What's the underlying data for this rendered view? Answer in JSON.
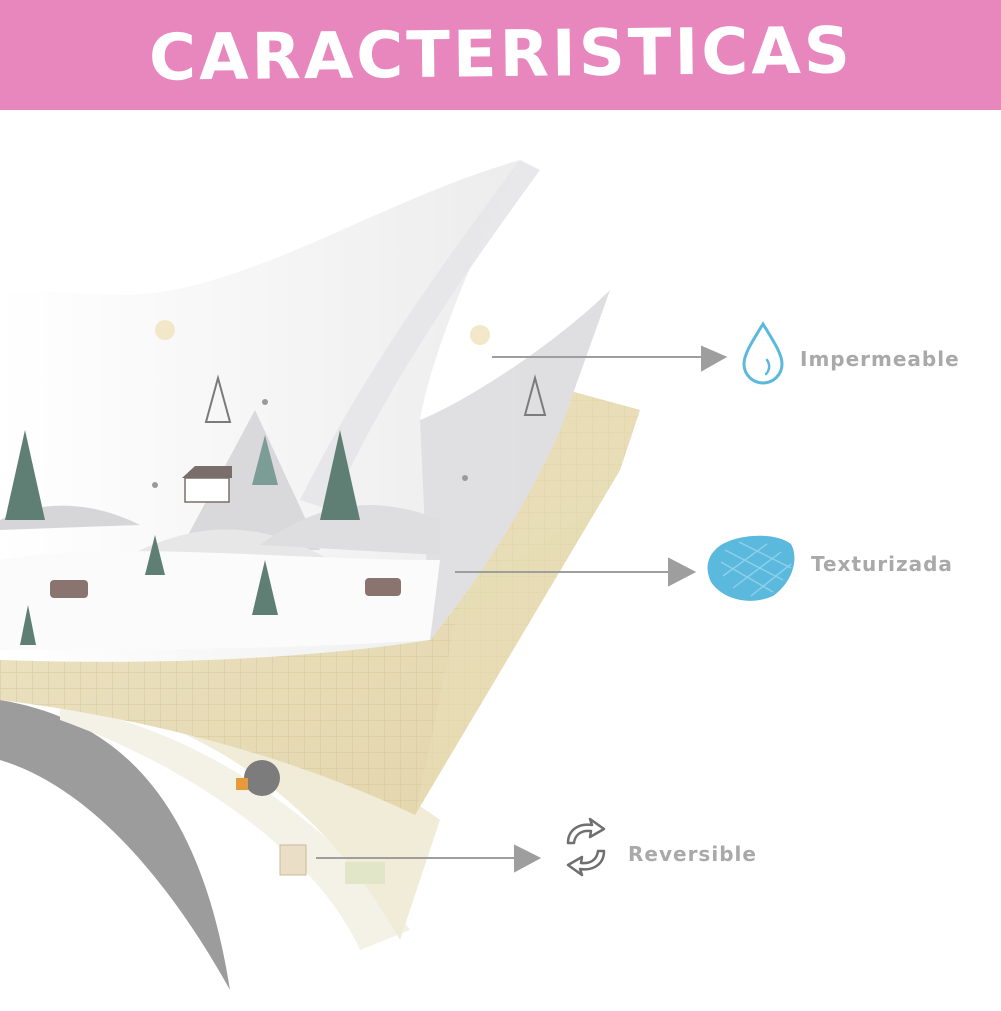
{
  "header": {
    "title": "CARACTERISTICAS",
    "background": "#e887be"
  },
  "features": [
    {
      "label": "Impermeable",
      "icon": "water-drop-icon"
    },
    {
      "label": "Texturizada",
      "icon": "textured-surface-icon"
    },
    {
      "label": "Reversible",
      "icon": "reversible-arrows-icon"
    }
  ],
  "colors": {
    "label": "#a9a9a9",
    "arrow": "#9e9e9e",
    "accent_blue": "#5bb9dd"
  }
}
